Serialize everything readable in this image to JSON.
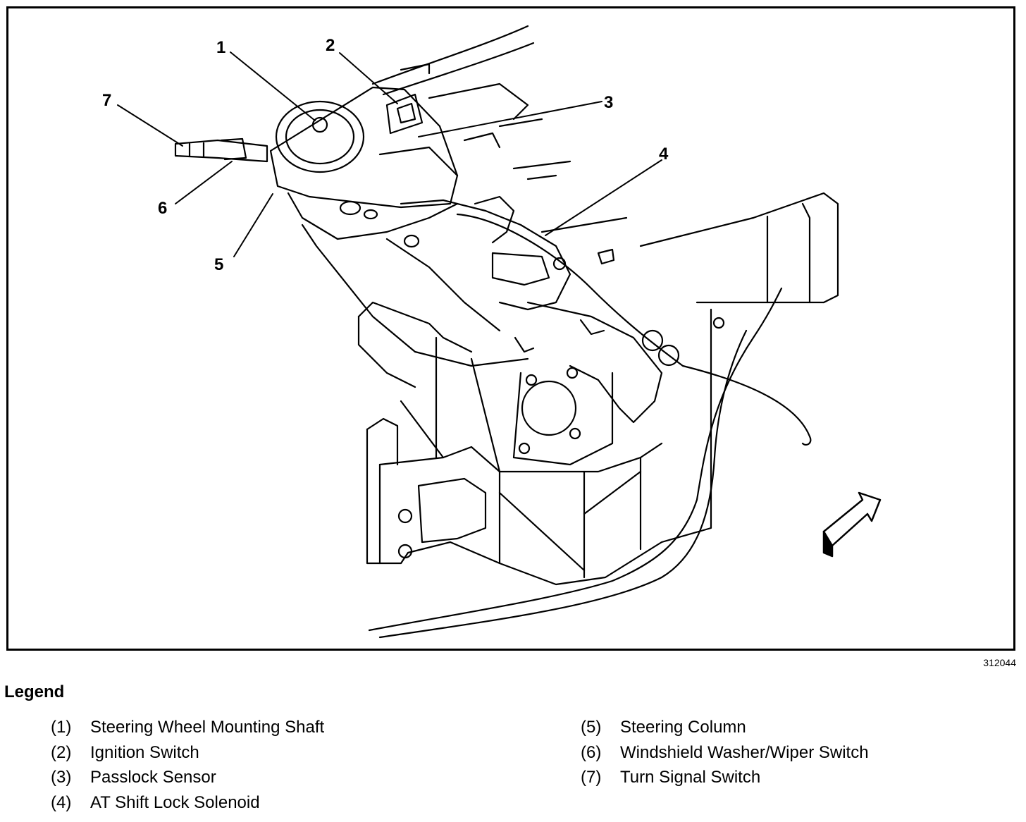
{
  "diagram": {
    "figure_id": "312044",
    "callouts": [
      "1",
      "2",
      "3",
      "4",
      "5",
      "6",
      "7"
    ]
  },
  "legend": {
    "title": "Legend",
    "items": [
      {
        "num": "(1)",
        "label": "Steering Wheel Mounting Shaft"
      },
      {
        "num": "(2)",
        "label": "Ignition Switch"
      },
      {
        "num": "(3)",
        "label": "Passlock Sensor"
      },
      {
        "num": "(4)",
        "label": "AT Shift Lock Solenoid"
      },
      {
        "num": "(5)",
        "label": "Steering Column"
      },
      {
        "num": "(6)",
        "label": "Windshield Washer/Wiper Switch"
      },
      {
        "num": "(7)",
        "label": "Turn Signal Switch"
      }
    ]
  }
}
